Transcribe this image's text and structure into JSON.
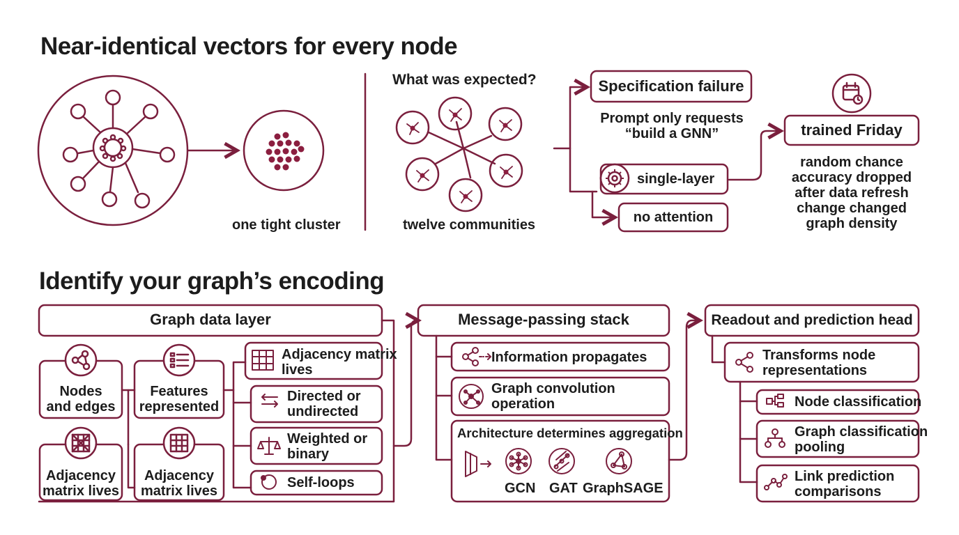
{
  "colors": {
    "accent": "#7a1f3d",
    "node_fill": "#8b1e3f",
    "text": "#1c1c1c"
  },
  "top": {
    "title": "Near-identical vectors for every node",
    "cluster_label": "one tight cluster",
    "expected_question": "What was expected?",
    "communities_label": "twelve communities",
    "spec_failure": "Specification failure",
    "prompt_line1": "Prompt only requests",
    "prompt_line2": "“build a GNN”",
    "single_layer": "single-layer",
    "no_attention": "no attention",
    "trained_friday": "trained Friday",
    "notes": [
      "random chance",
      "accuracy dropped",
      "after data refresh",
      "change changed",
      "graph density"
    ]
  },
  "bottom": {
    "title": "Identify your graph’s encoding",
    "data_layer": {
      "header": "Graph data layer",
      "nodes_edges": [
        "Nodes",
        "and edges"
      ],
      "features": [
        "Features",
        "represented"
      ],
      "adj_left": [
        "Adjacency",
        "matrix lives"
      ],
      "adj_mid": [
        "Adjacency",
        "matrix lives"
      ],
      "right_items": [
        [
          "Adjacency matrix",
          "lives"
        ],
        [
          "Directed or",
          "undirected"
        ],
        [
          "Weighted or",
          "binary"
        ],
        [
          "Self-loops"
        ]
      ]
    },
    "message_passing": {
      "header": "Message-passing stack",
      "info": "Information propagates",
      "conv": [
        "Graph convolution",
        "operation"
      ],
      "arch": "Architecture determines aggregation",
      "models": [
        "GCN",
        "GAT",
        "GraphSAGE"
      ]
    },
    "readout": {
      "header": "Readout and prediction head",
      "transforms": [
        "Transforms node",
        "representations"
      ],
      "node_cls": "Node classification",
      "graph_cls": [
        "Graph classification",
        "pooling"
      ],
      "link_pred": [
        "Link prediction",
        "comparisons"
      ]
    }
  }
}
